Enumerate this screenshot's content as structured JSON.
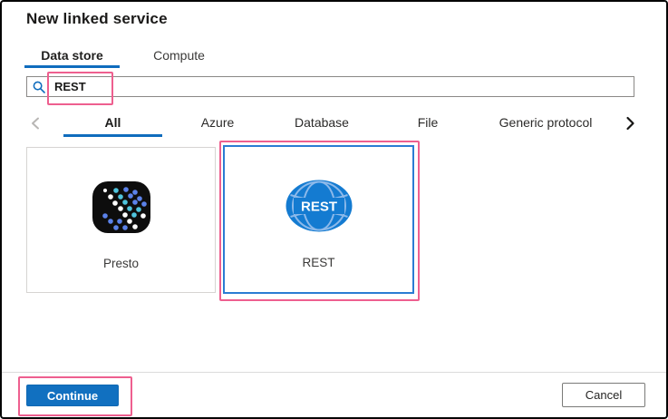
{
  "window": {
    "title": "New linked service"
  },
  "pivot_tabs": {
    "data_store": {
      "label": "Data store",
      "selected": true
    },
    "compute": {
      "label": "Compute",
      "selected": false
    }
  },
  "search": {
    "value": "REST",
    "annotated": true
  },
  "categories": {
    "items": [
      {
        "label": "All",
        "selected": true
      },
      {
        "label": "Azure",
        "selected": false
      },
      {
        "label": "Database",
        "selected": false
      },
      {
        "label": "File",
        "selected": false
      },
      {
        "label": "Generic protocol",
        "selected": false
      }
    ]
  },
  "cards": [
    {
      "label": "Presto",
      "selected": false,
      "annotated": false
    },
    {
      "label": "REST",
      "icon_text": "REST",
      "selected": true,
      "annotated": true
    }
  ],
  "footer": {
    "continue_label": "Continue",
    "cancel_label": "Cancel"
  },
  "colors": {
    "accent_blue": "#0f6cbd",
    "button_blue": "#1170c0",
    "annotation_pink": "#ee5f8f",
    "selection_blue": "#2b7cd3",
    "rest_globe_blue": "#147bd1",
    "presto_black": "#0d0d0d"
  }
}
